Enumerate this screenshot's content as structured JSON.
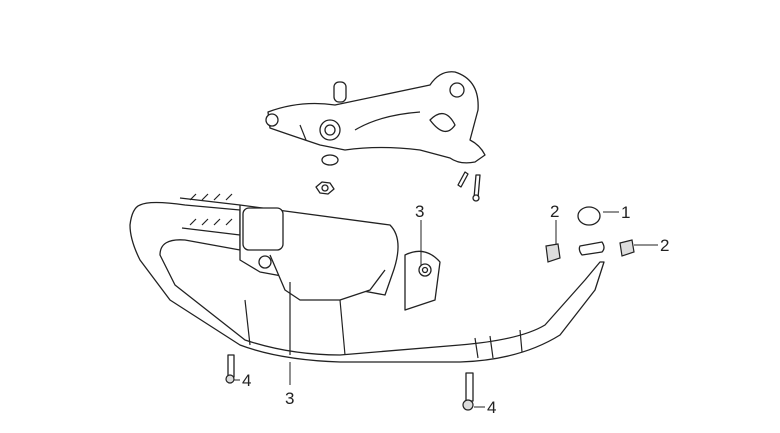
{
  "diagram": {
    "callouts": [
      {
        "id": "gasket",
        "label": "1"
      },
      {
        "id": "nut-left",
        "label": "2"
      },
      {
        "id": "nut-right",
        "label": "2"
      },
      {
        "id": "bracket",
        "label": "3"
      },
      {
        "id": "muffler",
        "label": "3"
      },
      {
        "id": "bolt-left",
        "label": "4"
      },
      {
        "id": "bolt-right",
        "label": "4"
      }
    ]
  }
}
